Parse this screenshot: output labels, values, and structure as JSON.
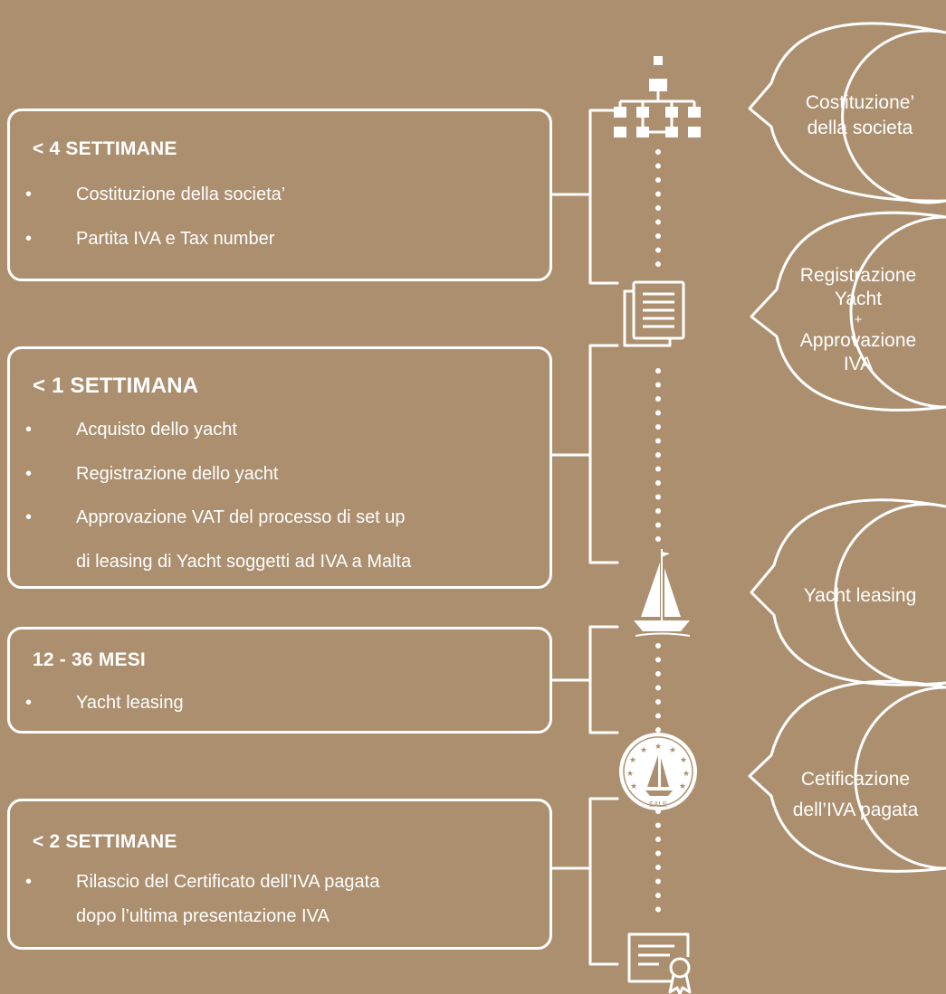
{
  "steps": [
    {
      "title": "< 4 SETTIMANE",
      "items": [
        "Costituzione della societa’",
        "Partita IVA e Tax number"
      ]
    },
    {
      "title": "< 1 SETTIMANA",
      "items": [
        "Acquisto  dello yacht",
        "Registrazione  dello  yacht",
        "Approvazione VAT del processo di set up"
      ],
      "continuation": "di leasing di Yacht soggetti ad IVA a Malta"
    },
    {
      "title": "12 - 36 MESI",
      "items": [
        "Yacht leasing"
      ]
    },
    {
      "title": "< 2 SETTIMANE",
      "items": [
        "Rilascio  del Certificato dell’IVA pagata"
      ],
      "continuation": "dopo l’ultima presentazione IVA"
    }
  ],
  "bullet_glyph": "•",
  "bubbles": [
    {
      "lines": [
        "Costituzione’",
        "della societa"
      ]
    },
    {
      "lines": [
        "Registrazione",
        "Yacht",
        "+",
        "Approvazione",
        "IVA"
      ]
    },
    {
      "lines": [
        "Yacht leasing"
      ]
    },
    {
      "lines": [
        "Cetificazione",
        "dell’IVA pagata"
      ]
    }
  ],
  "icons": {
    "company": "org-chart-icon",
    "registration": "documents-icon",
    "leasing": "sailboat-icon",
    "vat_seal": "eu-seal-icon",
    "vat_seal_label": "SALE",
    "certificate": "certificate-icon"
  },
  "colors": {
    "background": "#ac8f6f",
    "foreground": "#ffffff"
  }
}
